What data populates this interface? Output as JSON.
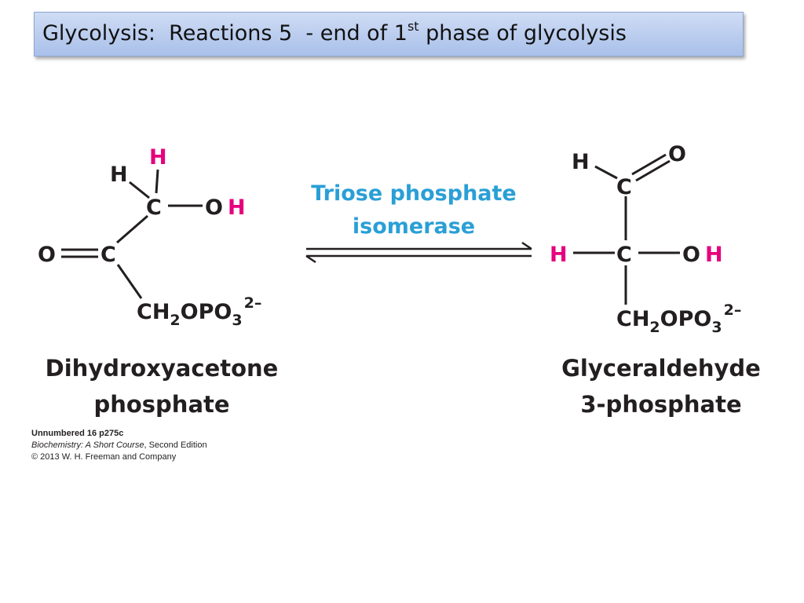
{
  "slide": {
    "title_main": "Glycolysis:  Reactions 5  - end of 1",
    "title_sup": "st",
    "title_end": " phase of glycolysis"
  },
  "enzyme": {
    "line1": "Triose phosphate",
    "line2": "isomerase"
  },
  "dhap": {
    "name_line1": "Dihydroxyacetone",
    "name_line2": "phosphate",
    "atoms": {
      "h_top": "H",
      "h_left": "H",
      "c_top": "C",
      "o_of_oh": "O",
      "h_of_oh": "H",
      "o_carbonyl": "O",
      "c_mid": "C",
      "ch2opo3_a": "CH",
      "sub_2": "2",
      "ch2opo3_b": "OPO",
      "sub_3": "3",
      "charge": "2–"
    }
  },
  "gap": {
    "name_line1": "Glyceraldehyde",
    "name_line2": "3-phosphate",
    "atoms": {
      "h_top": "H",
      "o_top": "O",
      "c_top": "C",
      "h_left": "H",
      "c_mid": "C",
      "o_of_oh": "O",
      "h_of_oh": "H",
      "ch2opo3_a": "CH",
      "sub_2": "2",
      "ch2opo3_b": "OPO",
      "sub_3": "3",
      "charge": "2–"
    }
  },
  "credit": {
    "line1": "Unnumbered 16 p275c",
    "line2_italic": "Biochemistry: A Short Course",
    "line2_rest": ", Second Edition",
    "line3": "© 2013 W. H. Freeman and Company"
  },
  "colors": {
    "highlight": "#e6007e",
    "enzyme": "#2a9fd6",
    "title_bg": "#b8cbef"
  }
}
